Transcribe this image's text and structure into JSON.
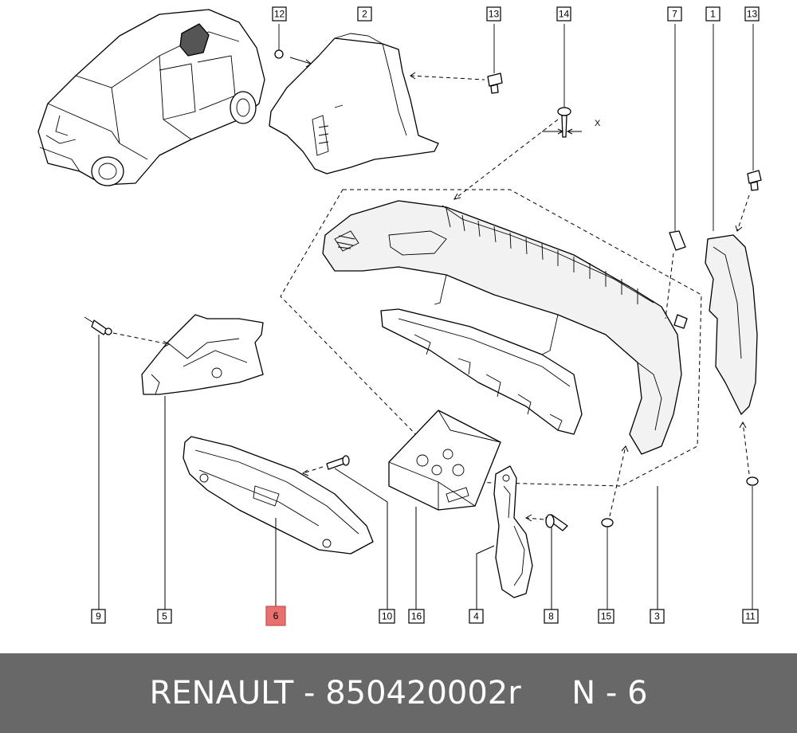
{
  "callouts": [
    {
      "number": "12",
      "highlight": false
    },
    {
      "number": "2",
      "highlight": false
    },
    {
      "number": "13",
      "highlight": false
    },
    {
      "number": "14",
      "highlight": false
    },
    {
      "number": "7",
      "highlight": false
    },
    {
      "number": "1",
      "highlight": false
    },
    {
      "number": "13",
      "highlight": false
    },
    {
      "number": "9",
      "highlight": false
    },
    {
      "number": "5",
      "highlight": false
    },
    {
      "number": "6",
      "highlight": true
    },
    {
      "number": "10",
      "highlight": false
    },
    {
      "number": "16",
      "highlight": false
    },
    {
      "number": "4",
      "highlight": false
    },
    {
      "number": "8",
      "highlight": false
    },
    {
      "number": "15",
      "highlight": false
    },
    {
      "number": "3",
      "highlight": false
    },
    {
      "number": "11",
      "highlight": false
    }
  ],
  "annotation_x": "X",
  "footer": {
    "brand": "RENAULT",
    "part_number": "850420002r",
    "position_label": "N - 6"
  },
  "colors": {
    "highlight": "#e8706f",
    "footer_bg": "#686868",
    "footer_text": "#ffffff"
  }
}
